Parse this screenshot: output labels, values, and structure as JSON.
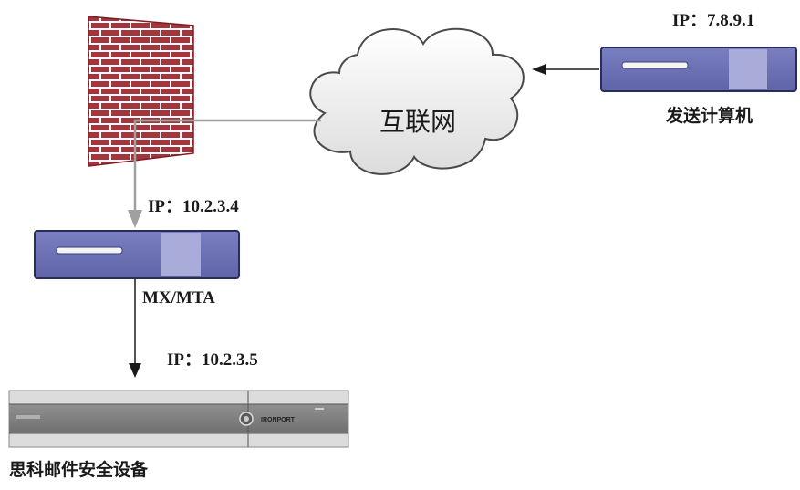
{
  "diagram": {
    "cloud_label": "互联网",
    "sender": {
      "ip_label": "IP：7.8.9.1",
      "name": "发送计算机"
    },
    "mta": {
      "ip_label": "IP：10.2.3.4",
      "name": "MX/MTA"
    },
    "appliance": {
      "ip_label": "IP：10.2.3.5",
      "name": "思科邮件安全设备",
      "brand": "IRONPORT"
    }
  },
  "colors": {
    "server_body": "#6f74b8",
    "server_highlight": "#a9abd9",
    "brick": "#a6343c",
    "cloud_fill": "#eeeeee",
    "appliance_body": "#808080"
  }
}
